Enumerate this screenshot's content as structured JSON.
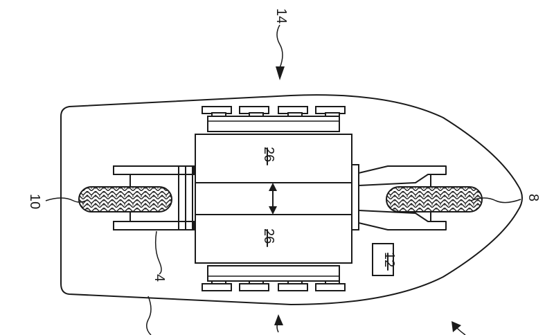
{
  "figure": {
    "labels": {
      "ref_14": "14",
      "ref_10": "10",
      "ref_8": "8",
      "ref_4": "4",
      "ref_26_top": "26",
      "ref_26_bottom": "26",
      "ref_12": "12"
    }
  }
}
